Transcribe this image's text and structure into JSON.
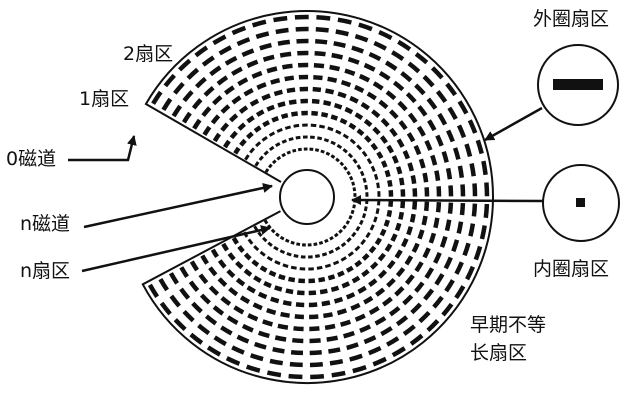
{
  "labels": {
    "sector2": "2扇区",
    "sector1": "1扇区",
    "track0": "0磁道",
    "trackN": "n磁道",
    "sectorN": "n扇区",
    "outer_sector": "外圈扇区",
    "inner_sector": "内圈扇区",
    "note_line1": "早期不等",
    "note_line2": "长扇区"
  },
  "disk": {
    "track_count": 12,
    "sector_count": 44,
    "gap_sectors": 5
  },
  "colors": {
    "ink": "#111111",
    "background": "#ffffff"
  }
}
